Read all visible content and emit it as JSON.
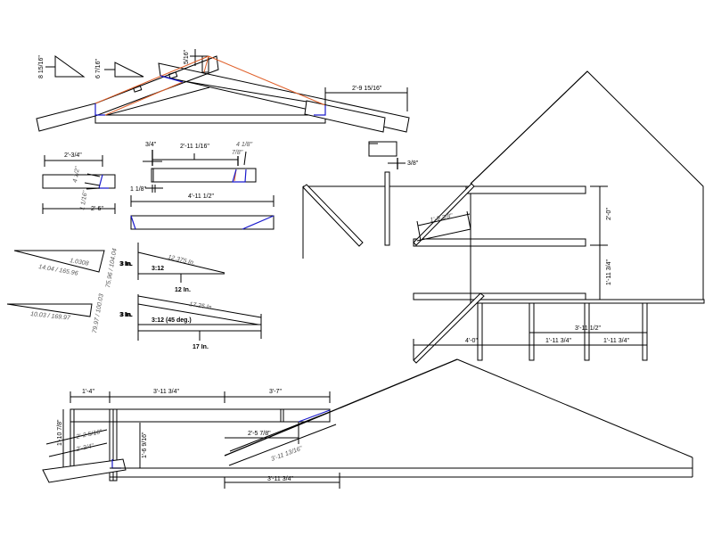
{
  "drawing": {
    "title": "Roof framing / rafter layout sketch",
    "colors": {
      "line": "#000000",
      "blue_cut": "#1a1acc",
      "orange_guide": "#e0602a",
      "background": "#ffffff"
    }
  },
  "truss_view": {
    "pitch_triangle_1": "8 15/16\"",
    "pitch_triangle_2": "6 7/16\"",
    "ridge_offset": "5/16\"",
    "overhang": "2'-9 15/16\""
  },
  "board_left": {
    "top": "2'-3/4\"",
    "angle_a": "4 1/2\"",
    "angle_b": "1 1/16\"",
    "bottom": "2'-6\""
  },
  "board_right": {
    "offset_left": "3/4\"",
    "length_top": "2'-11 1/16\"",
    "notch_a": "4 1/8\"",
    "notch_b": "7/8\"",
    "gap": "1 1/8\"",
    "length_bottom": "4'-11 1/2\""
  },
  "small_block": {
    "offset": "3/8\""
  },
  "angle_triangles": [
    {
      "hyp": "1.0308",
      "base": "14.04 / 165.96",
      "side": "75.96 / 104.04",
      "label": "3 In."
    },
    {
      "base": "10.03 / 169.97",
      "side": "79.97 / 100.03",
      "label": "3 In."
    }
  ],
  "slope_diagrams": [
    {
      "rise": "3 In.",
      "ratio": "3:12",
      "hyp": "12.375 In.",
      "run": "12 In."
    },
    {
      "rise": "3 In.",
      "ratio": "3:12 (45 deg.)",
      "hyp": "17.25 In.",
      "run": "17 In."
    }
  ],
  "plan_view": {
    "brace_length": "1'-9 3/8\"",
    "spacing_upper": "2'-0\"",
    "spacing_lower": "1'-11 3/4\"",
    "left_span": "4'-0\"",
    "total_span": "3'-11 1/2\"",
    "bay_1": "1'-11 3/4\"",
    "bay_2": "1'-11 3/4\""
  },
  "elevation_view": {
    "top_left": "1'-4\"",
    "top_mid": "3'-11 3/4\"",
    "top_right": "3'-7\"",
    "height_left": "1'-10 7/8\"",
    "diag_a": "2'-2 5/16\"",
    "diag_b": "2'-3/4\"",
    "height_mid": "1'-6 9/16\"",
    "rafter_run": "2'-5 7/8\"",
    "rafter_len": "3'-11 13/16\"",
    "bottom": "3'-11 3/4\""
  }
}
